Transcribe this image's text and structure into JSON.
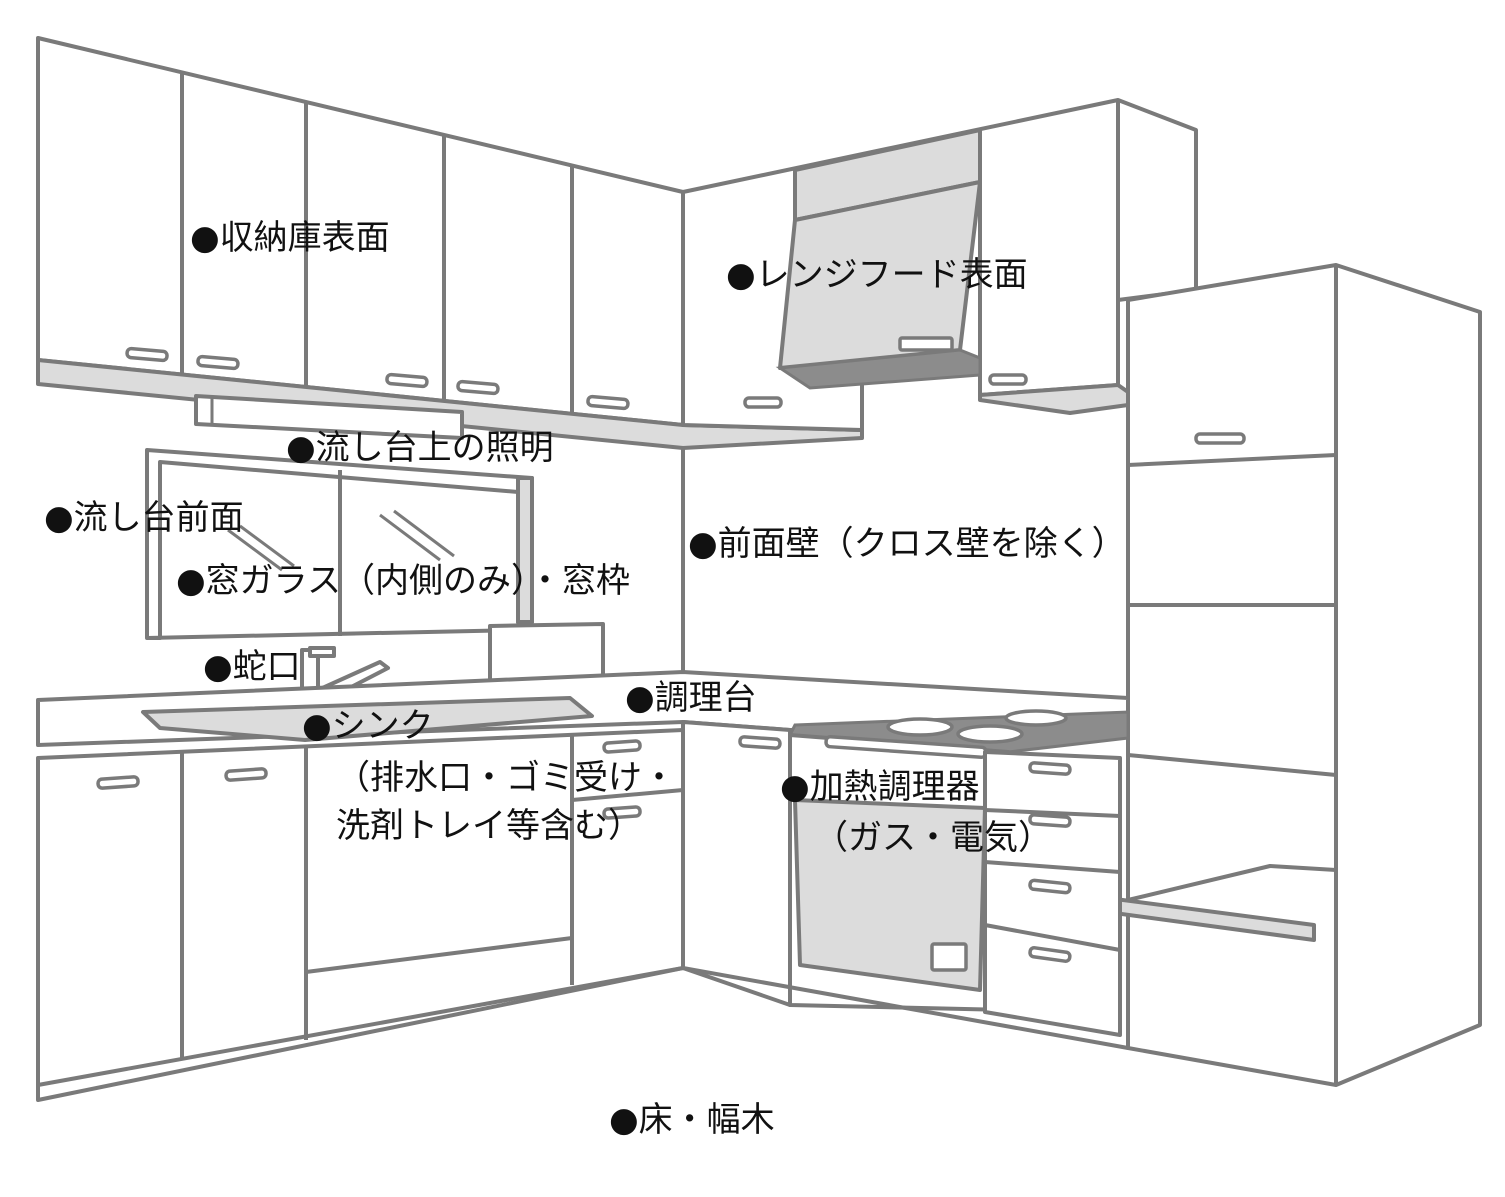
{
  "labels": {
    "storage_surface": "●収納庫表面",
    "range_hood_surface": "●レンジフード表面",
    "sink_top_lighting": "●流し台上の照明",
    "sink_front": "●流し台前面",
    "front_wall": "●前面壁（クロス壁を除く）",
    "window_glass": "●窓ガラス（内側のみ）・窓枠",
    "faucet": "●蛇口",
    "countertop": "●調理台",
    "sink": "●シンク",
    "sink_detail_1": "（排水口・ゴミ受け・",
    "sink_detail_2": "洗剤トレイ等含む）",
    "cooking_appliance": "●加熱調理器",
    "cooking_appliance_detail": "（ガス・電気）",
    "floor": "●床・幅木"
  }
}
